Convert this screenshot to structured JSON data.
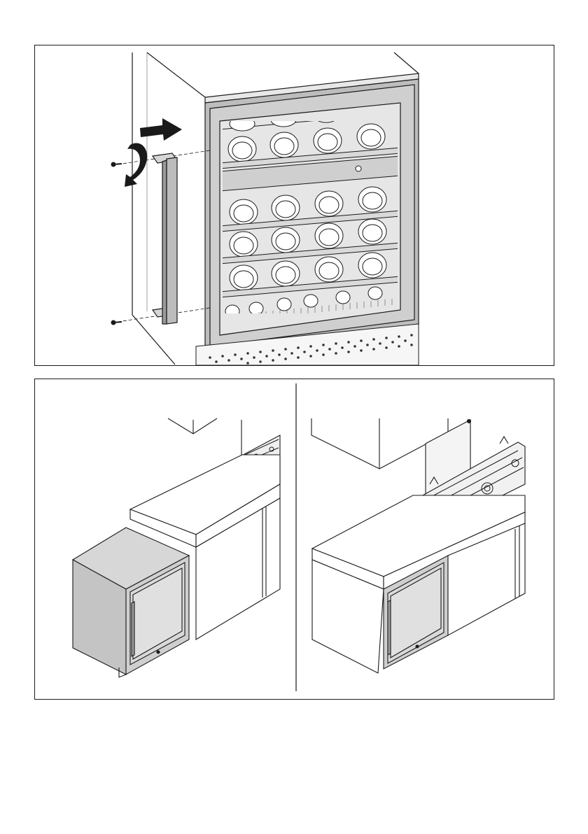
{
  "figures": [
    {
      "id": "handle-installation",
      "icon": "wine-cooler-handle-mounting-icon"
    },
    {
      "id": "cabinet-insertion-before",
      "icon": "appliance-slide-in-icon"
    },
    {
      "id": "cabinet-insertion-after",
      "icon": "appliance-built-in-icon"
    }
  ],
  "colors": {
    "line": "#1a1a1a",
    "steel": "#c9c9c9",
    "steel_dark": "#a9a9a9",
    "glass": "#d4d4d4",
    "background": "#ffffff"
  }
}
